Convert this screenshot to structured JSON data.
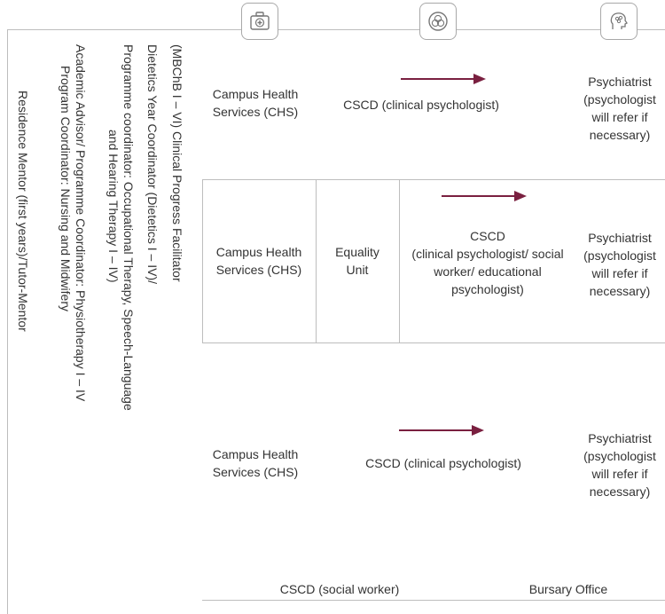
{
  "accent_color": "#7a2040",
  "icons": [
    {
      "name": "medical-kit-icon"
    },
    {
      "name": "biohazard-icon"
    },
    {
      "name": "brain-head-icon"
    }
  ],
  "roles": [
    {
      "lines": [
        "(MBChB I – VI) Clinical Progress Facilitator"
      ]
    },
    {
      "lines": [
        "Dietetics Year Coordinator (Dietetics I – IV)/"
      ]
    },
    {
      "lines": [
        "Programme coordinator: Occupational Therapy, Speech-Language",
        "and Hearing Therapy I – IV)"
      ]
    },
    {
      "lines": [
        "Academic Advisor/ Programme Coordinator: Physiotherapy I – IV",
        "Program Coordinator: Nursing and Midwifery"
      ]
    },
    {
      "lines": [
        "Residence Mentor (first years)/Tutor-Mentor"
      ]
    }
  ],
  "pathways": [
    {
      "chs": "Campus Health Services (CHS)",
      "cscd": "CSCD (clinical psychologist)",
      "psychiatrist": "Psychiatrist (psychologist will refer if necessary)"
    },
    {
      "chs": "Campus Health Services (CHS)",
      "equality": "Equality Unit",
      "cscd_title": "CSCD",
      "cscd": "(clinical psychologist/ social worker/ educational psychologist)",
      "psychiatrist": "Psychiatrist (psychologist will refer if necessary)"
    },
    {
      "chs": "Campus Health Services (CHS)",
      "cscd": "CSCD (clinical psychologist)",
      "psychiatrist": "Psychiatrist (psychologist will refer if necessary)"
    }
  ],
  "footer": {
    "cscd_social": "CSCD (social worker)",
    "bursary": "Bursary Office"
  }
}
